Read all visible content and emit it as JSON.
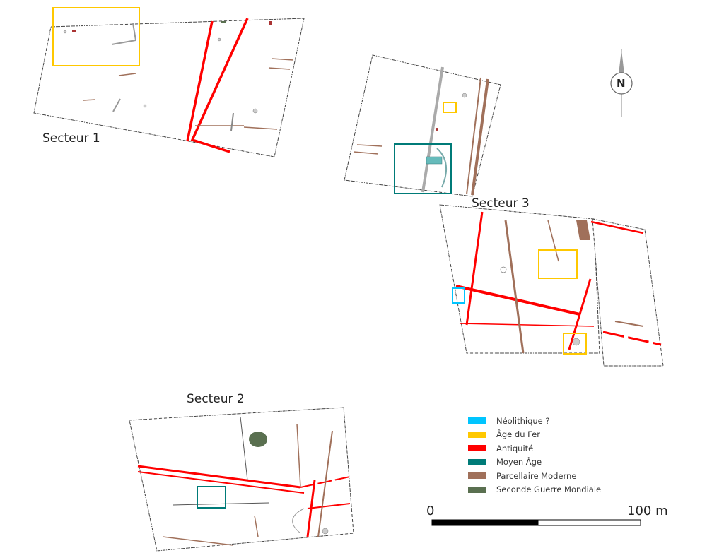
{
  "sectors": {
    "s1": "Secteur 1",
    "s2": "Secteur 2",
    "s3": "Secteur 3"
  },
  "north_arrow": {
    "label": "N"
  },
  "legend": [
    {
      "label": "Néolithique ?",
      "color": "#00c5ff"
    },
    {
      "label": "Âge du Fer",
      "color": "#ffc800"
    },
    {
      "label": "Antiquité",
      "color": "#ff0000"
    },
    {
      "label": "Moyen Âge",
      "color": "#007b78"
    },
    {
      "label": "Parcellaire Moderne",
      "color": "#a0705a"
    },
    {
      "label": "Seconde Guerre Mondiale",
      "color": "#5a7050"
    }
  ],
  "scale_bar": {
    "start": "0",
    "end": "100 m"
  }
}
